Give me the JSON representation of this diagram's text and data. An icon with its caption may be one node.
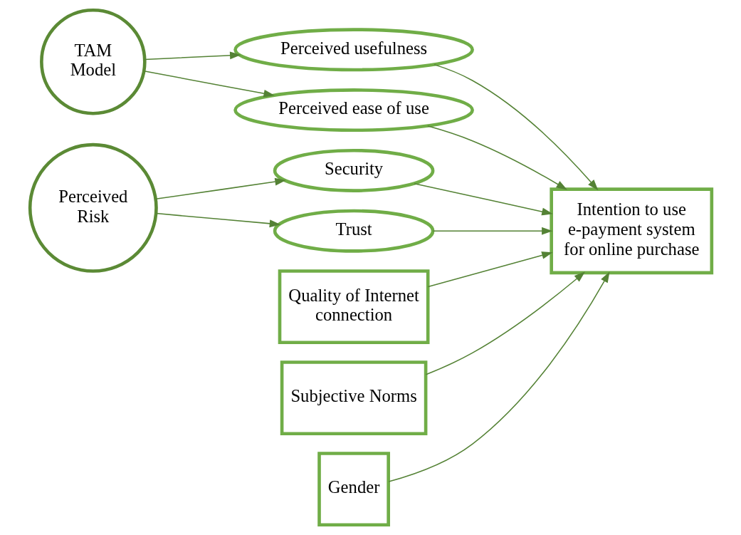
{
  "diagram": {
    "nodes": [
      {
        "text": [
          "TAM Model"
        ]
      },
      {
        "text": [
          "Perceived usefulness"
        ]
      },
      {
        "text": [
          "Perceived ease of use"
        ]
      },
      {
        "text": [
          "Perceived Risk"
        ]
      },
      {
        "text": [
          "Security"
        ]
      },
      {
        "text": [
          "Trust"
        ]
      },
      {
        "text": [
          "Intention to use e-payment system for online purchase"
        ]
      },
      {
        "text": [
          "Quality of Internet connection"
        ]
      },
      {
        "text": [
          "Subjective Norms"
        ]
      },
      {
        "text": [
          "Gender"
        ]
      }
    ],
    "edges": [
      {
        "from": 0,
        "to": 1,
        "arrow": "to"
      },
      {
        "from": 0,
        "to": 2,
        "arrow": "to"
      },
      {
        "from": 1,
        "to": 6,
        "arrow": "to"
      },
      {
        "from": 2,
        "to": 6,
        "arrow": "to"
      },
      {
        "from": 3,
        "to": 4,
        "arrow": "to"
      },
      {
        "from": 3,
        "to": 5,
        "arrow": "to"
      },
      {
        "from": 4,
        "to": 6,
        "arrow": "to"
      },
      {
        "from": 5,
        "to": 6,
        "arrow": "to"
      },
      {
        "from": 7,
        "to": 6,
        "arrow": "to"
      },
      {
        "from": 8,
        "to": 6,
        "arrow": "to"
      },
      {
        "from": 9,
        "to": 6,
        "arrow": "to"
      }
    ]
  }
}
